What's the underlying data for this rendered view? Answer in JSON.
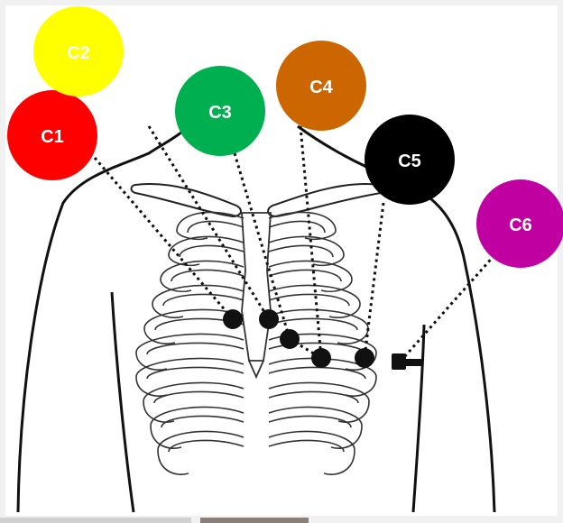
{
  "diagram": {
    "electrodes": [
      {
        "id": "c1",
        "label": "C1",
        "color": "#ff0000"
      },
      {
        "id": "c2",
        "label": "C2",
        "color": "#ffff00"
      },
      {
        "id": "c3",
        "label": "C3",
        "color": "#00b050"
      },
      {
        "id": "c4",
        "label": "C4",
        "color": "#cc6600"
      },
      {
        "id": "c5",
        "label": "C5",
        "color": "#000000"
      },
      {
        "id": "c6",
        "label": "C6",
        "color": "#c000a0"
      }
    ]
  }
}
